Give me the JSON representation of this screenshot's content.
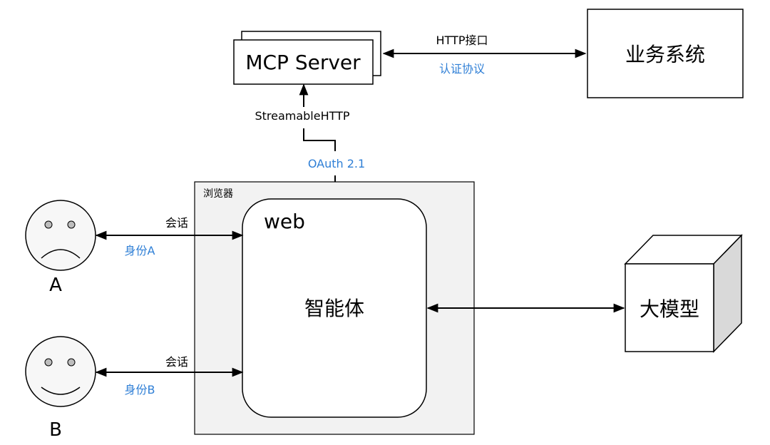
{
  "mcp_server": {
    "label": "MCP Server"
  },
  "business_system": {
    "label": "业务系统"
  },
  "http_link": {
    "top_label": "HTTP接口",
    "bottom_label": "认证协议"
  },
  "streamable_link": {
    "label": "StreamableHTTP",
    "auth_label": "OAuth 2.1"
  },
  "browser": {
    "label": "浏览器"
  },
  "web_app": {
    "label": "web",
    "agent_label": "智能体"
  },
  "llm": {
    "label": "大模型"
  },
  "user_a": {
    "name": "A",
    "session_label": "会话",
    "identity_label": "身份A"
  },
  "user_b": {
    "name": "B",
    "session_label": "会话",
    "identity_label": "身份B"
  },
  "colors": {
    "accent_blue": "#2f7fd6",
    "line": "#000000",
    "browser_fill": "#f2f2f2",
    "cube_side": "#d9d9d9",
    "face_fill": "#f7f7f7",
    "eye_fill": "#bdbdbd"
  }
}
